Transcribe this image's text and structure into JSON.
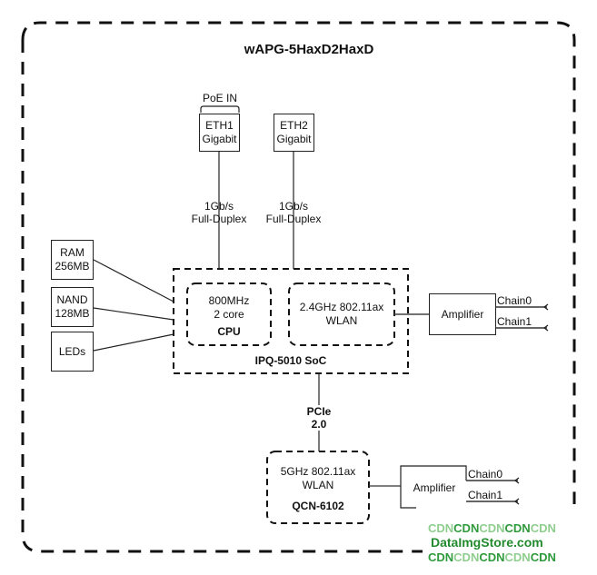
{
  "title": "wAPG-5HaxD2HaxD",
  "ports": [
    {
      "name": "ETH1",
      "type": "Gigabit",
      "annotation": "PoE IN",
      "link": [
        "1Gb/s",
        "Full-Duplex"
      ]
    },
    {
      "name": "ETH2",
      "type": "Gigabit",
      "link": [
        "1Gb/s",
        "Full-Duplex"
      ]
    }
  ],
  "memory": [
    {
      "line1": "RAM",
      "line2": "256MB"
    },
    {
      "line1": "NAND",
      "line2": "128MB"
    },
    {
      "line1": "LEDs"
    }
  ],
  "soc": {
    "label": "IPQ-5010 SoC",
    "cpu": {
      "line1": "800MHz",
      "line2": "2 core",
      "label": "CPU"
    },
    "wlan": {
      "line1": "2.4GHz 802.11ax",
      "line2": "WLAN"
    }
  },
  "bus": {
    "line1": "PCIe",
    "line2": "2.0"
  },
  "wlan5": {
    "line1": "5GHz 802.11ax",
    "line2": "WLAN",
    "label": "QCN-6102"
  },
  "amplifiers": [
    {
      "label": "Amplifier",
      "chains": [
        "Chain0",
        "Chain1"
      ]
    },
    {
      "label": "Amplifier",
      "chains": [
        "Chain0",
        "Chain1"
      ]
    }
  ],
  "watermark": {
    "row1": [
      "CDN",
      "CDN",
      "CDN",
      "CDN",
      "CDN"
    ],
    "row2": "DataImgStore.com",
    "row3": [
      "CDN",
      "CDN",
      "CDN",
      "CDN",
      "CDN"
    ]
  }
}
